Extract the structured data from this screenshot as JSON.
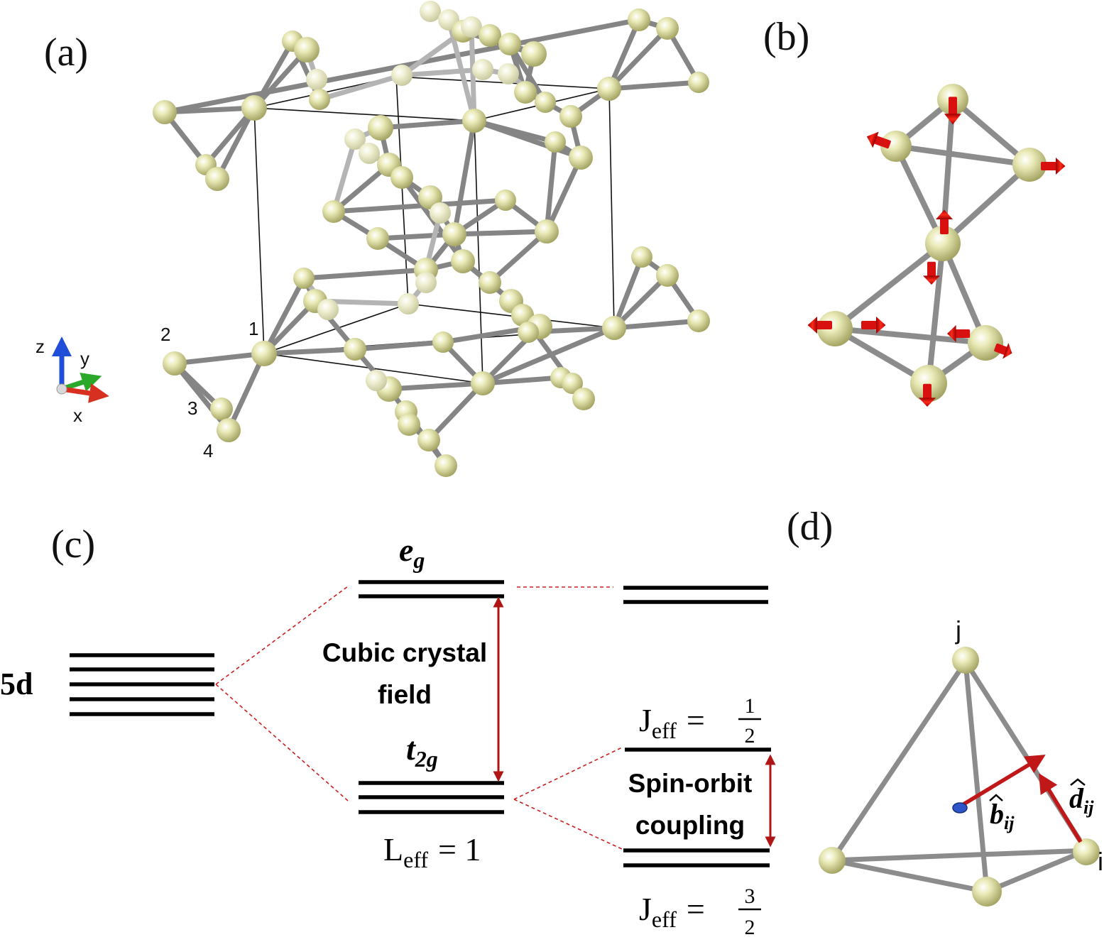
{
  "panels": {
    "a": {
      "label": "(a)",
      "site_numbers": [
        "1",
        "2",
        "3",
        "4"
      ],
      "axes": {
        "z": "z",
        "y": "y",
        "x": "x"
      }
    },
    "b": {
      "label": "(b)"
    },
    "c": {
      "label": "(c)",
      "level_5d": "5d",
      "eg": "e",
      "eg_sub": "g",
      "t2g": "t",
      "t2g_sub": "2g",
      "cubic_line1": "Cubic crystal",
      "cubic_line2": "field",
      "leff_main": "L",
      "leff_sub": "eff",
      "leff_value": "= 1",
      "jeff_main": "J",
      "jeff_sub": "eff",
      "jeff_eq": "=",
      "jeff_half_num": "1",
      "jeff_half_den": "2",
      "jeff_threehalf_num": "3",
      "jeff_threehalf_den": "2",
      "soc_line1": "Spin-orbit",
      "soc_line2": "coupling"
    },
    "d": {
      "label": "(d)",
      "site_j": "j",
      "site_i": "i",
      "b_vec": "b",
      "d_vec": "d",
      "vec_sub": "ij"
    }
  },
  "colors": {
    "atom": "#d9d99a",
    "bond": "#8c8c8c",
    "spin_arrow": "#e01010",
    "gap_arrow": "#b01515",
    "dashed_connector": "#cc1f1f",
    "axis_z": "#1f4fd8",
    "axis_y": "#2aa82a",
    "axis_x": "#d83020"
  }
}
